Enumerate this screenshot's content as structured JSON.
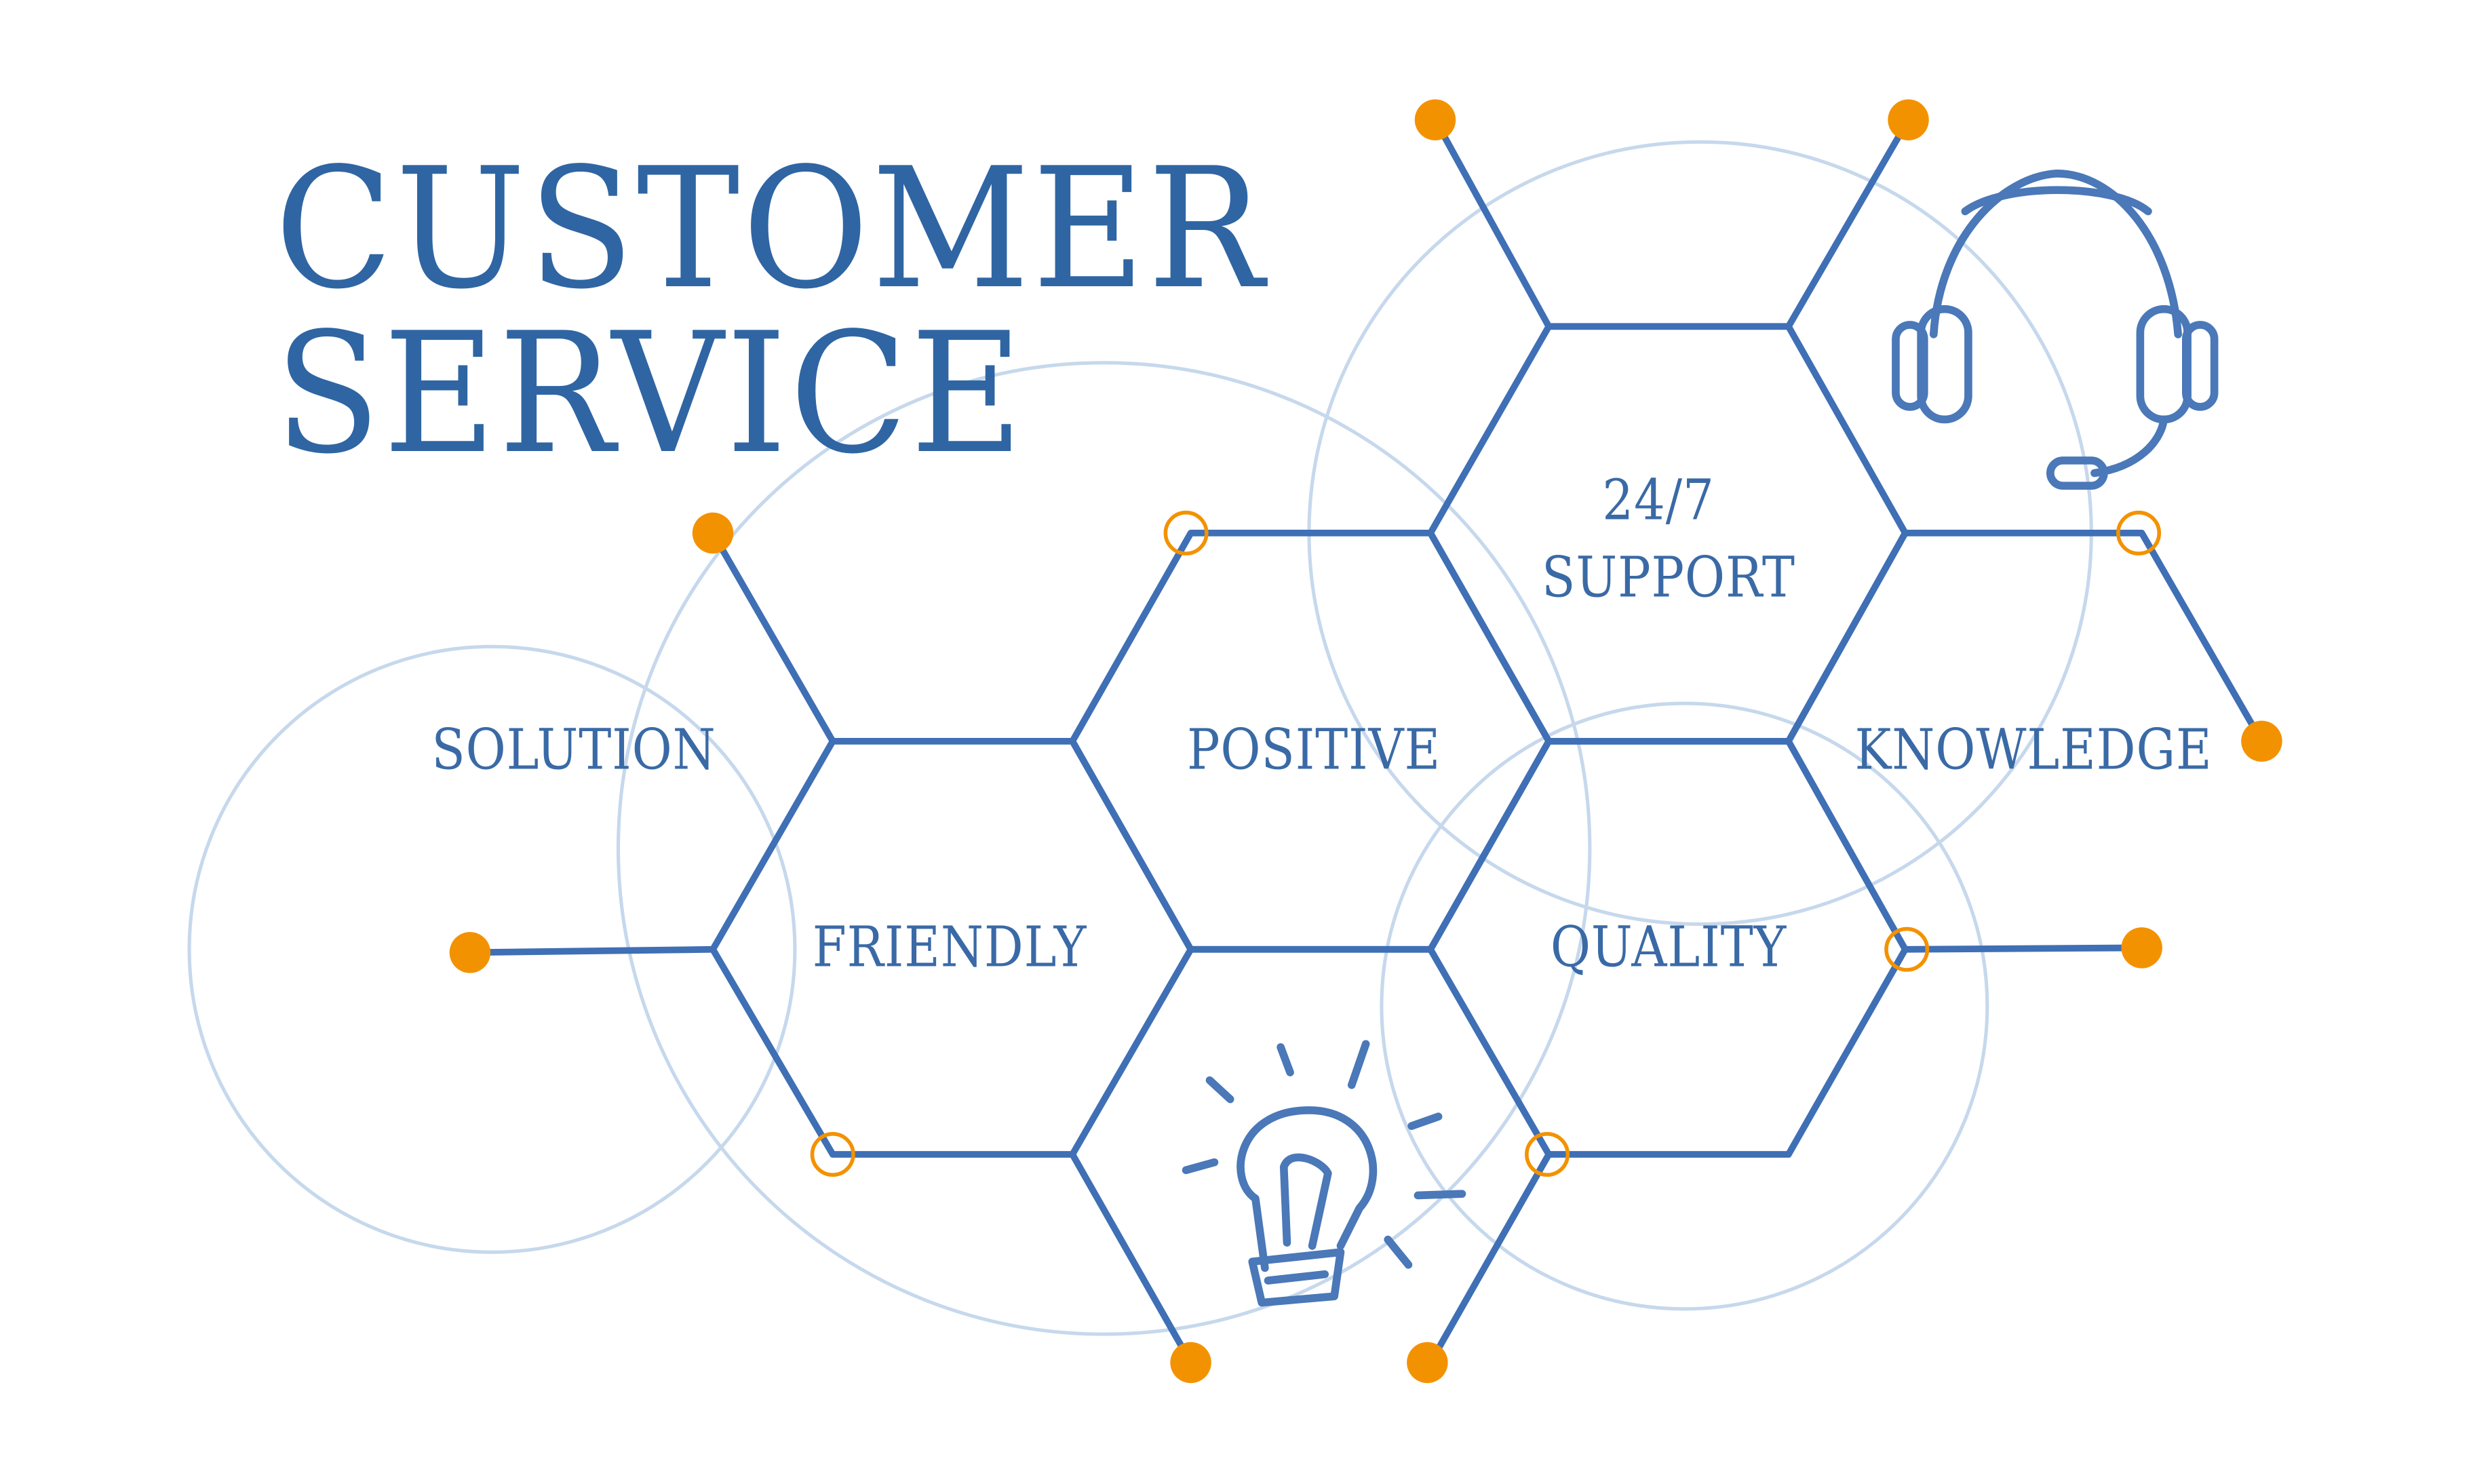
{
  "title": {
    "line1": "CUSTOMER",
    "line2": "SERVICE"
  },
  "hexagon_labels": [
    {
      "id": "solution",
      "text": "SOLUTION"
    },
    {
      "id": "positive",
      "text": "POSITIVE"
    },
    {
      "id": "support_line1",
      "text": "24/7"
    },
    {
      "id": "support_line2",
      "text": "SUPPORT"
    },
    {
      "id": "knowledge",
      "text": "KNOWLEDGE"
    },
    {
      "id": "friendly",
      "text": "FRIENDLY"
    },
    {
      "id": "quality",
      "text": "QUALITY"
    }
  ],
  "icons": [
    "headset-icon",
    "lightbulb-icon"
  ],
  "colors": {
    "primary_blue": "#3f6fb5",
    "title_blue": "#2f65a3",
    "light_circle": "#c6d8ec",
    "orange": "#f39200",
    "background": "#ffffff"
  }
}
